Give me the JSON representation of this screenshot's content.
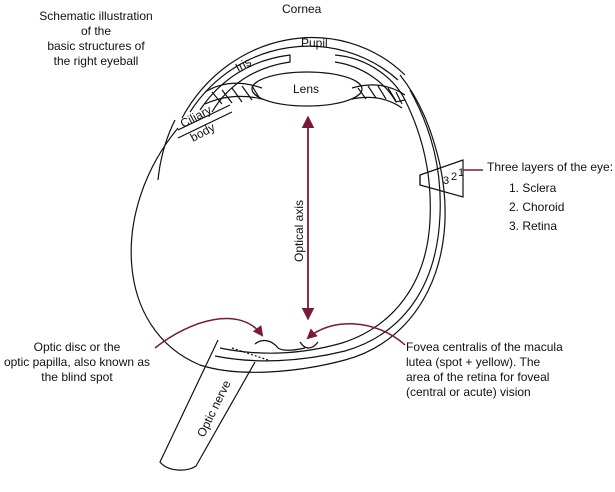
{
  "title": {
    "lines": [
      "Schematic illustration",
      "of the",
      "basic structures of",
      "the right eyeball"
    ]
  },
  "labels": {
    "cornea": "Cornea",
    "pupil": "Pupil",
    "iris": "Iris",
    "lens": "Lens",
    "ciliary_body": [
      "Ciliary",
      "body"
    ],
    "optical_axis": "Optical axis",
    "optic_nerve": "Optic nerve",
    "layer_numbers": [
      "3",
      "2",
      "1"
    ]
  },
  "layers": {
    "heading": "Three layers of the eye:",
    "items": [
      "1. Sclera",
      "2. Choroid",
      "3. Retina"
    ]
  },
  "optic_disc": {
    "lines": [
      "Optic disc or the",
      "optic papilla, also known as",
      "the blind spot"
    ]
  },
  "fovea": {
    "lines": [
      "Fovea centralis of the macula",
      "lutea (spot + yellow). The",
      "area of the retina for foveal",
      "(central or acute) vision"
    ]
  },
  "colors": {
    "line": "#111111",
    "accent": "#7a1a3a"
  }
}
